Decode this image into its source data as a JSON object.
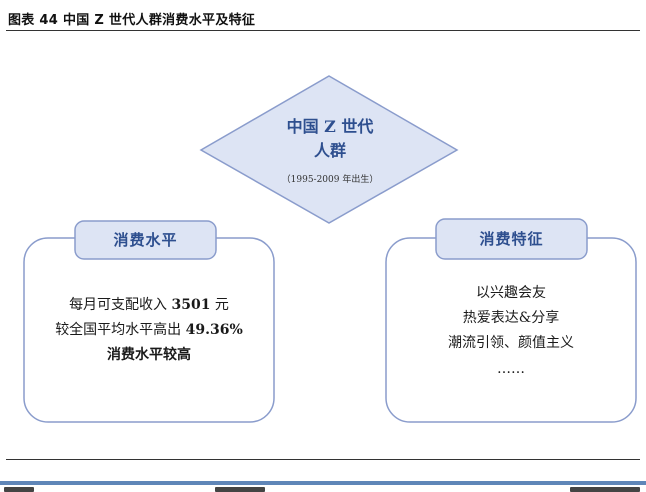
{
  "figure": {
    "title": "图表 44 中国 Z 世代人群消费水平及特征"
  },
  "diamond": {
    "title_line1": "中国 Z 世代",
    "title_line2": "人群",
    "subtitle": "（1995-2009 年出生）"
  },
  "left_panel": {
    "header": "消费水平",
    "line1_prefix": "每月可支配收入 ",
    "line1_value": "3501",
    "line1_suffix": " 元",
    "line2_prefix": "较全国平均水平高出 ",
    "line2_value": "49.36%",
    "line3": "消费水平较高"
  },
  "right_panel": {
    "header": "消费特征",
    "items": [
      "以兴趣会友",
      "热爱表达&分享",
      "潮流引领、颜值主义",
      "……"
    ]
  },
  "colors": {
    "shape_fill": "#dde4f4",
    "shape_stroke": "#8a9ccc",
    "accent_text": "#2e4f8f",
    "footer_band": "#5f86b8"
  }
}
